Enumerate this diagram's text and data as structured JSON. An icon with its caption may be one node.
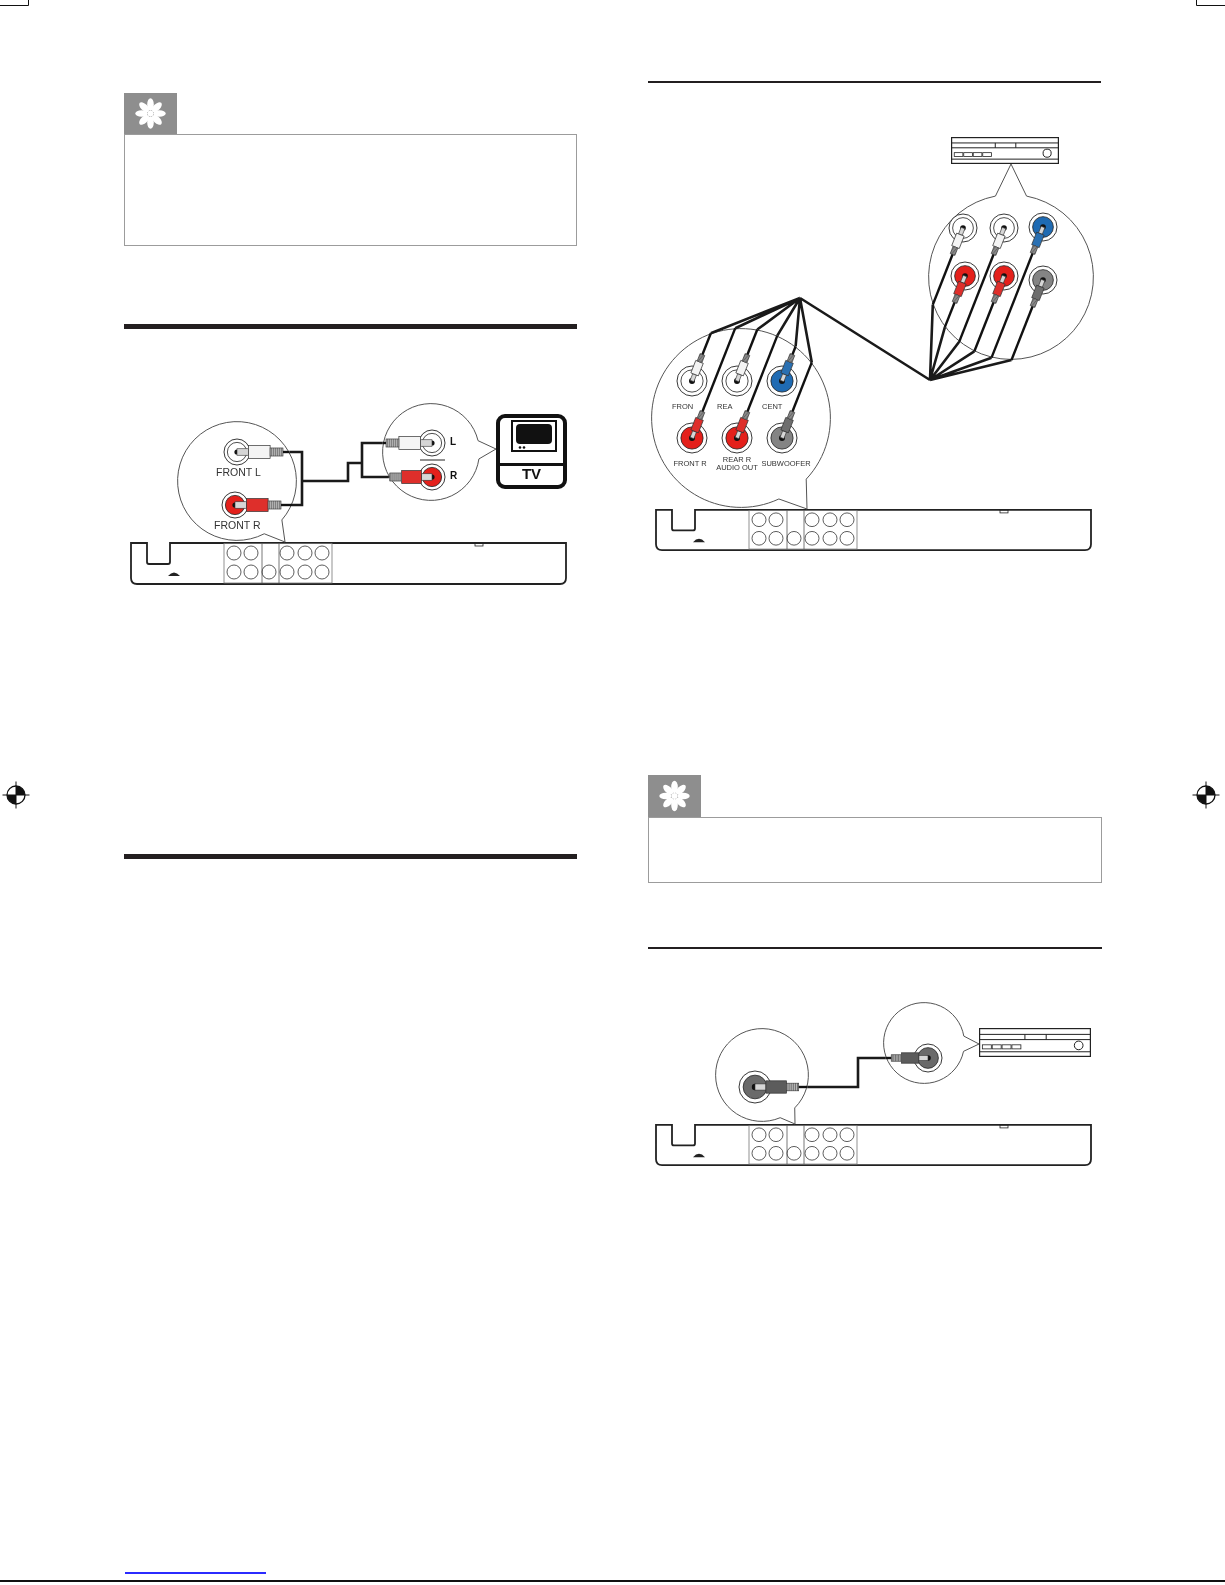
{
  "diagram": {
    "nodes": [
      {
        "text": [
          "FRONT L",
          "FRONT R"
        ]
      },
      {
        "text": [
          "L",
          "R"
        ]
      },
      {
        "text": [
          "TV"
        ]
      },
      {
        "text": [],
        "shape": "circle"
      },
      {
        "text": [
          "FRON",
          "REA",
          "CENT",
          "FRONT R",
          "REAR R AUDIO OUT",
          "SUBWOOFER"
        ]
      },
      {
        "text": [],
        "shape": "circle"
      },
      {
        "text": [],
        "shape": "circle"
      }
    ],
    "edges": [
      {
        "from": 0,
        "to": 1,
        "arrow": "none"
      },
      {
        "from": 4,
        "to": 3,
        "arrow": "none"
      },
      {
        "from": 6,
        "to": 5,
        "arrow": "none"
      }
    ]
  }
}
